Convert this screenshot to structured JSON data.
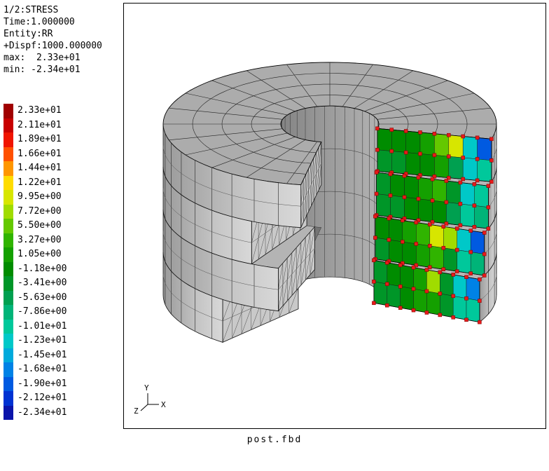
{
  "header": {
    "lines": [
      "1/2:STRESS",
      "Time:1.000000",
      "Entity:RR",
      "+Dispf:1000.000000",
      "max:  2.33e+01",
      "min: -2.34e+01"
    ]
  },
  "legend": {
    "entries": [
      {
        "value": "2.33e+01",
        "color": "#a00000"
      },
      {
        "value": "2.11e+01",
        "color": "#c80000"
      },
      {
        "value": "1.89e+01",
        "color": "#f01400"
      },
      {
        "value": "1.66e+01",
        "color": "#ff5000"
      },
      {
        "value": "1.44e+01",
        "color": "#ff9600"
      },
      {
        "value": "1.22e+01",
        "color": "#ffdc00"
      },
      {
        "value": "9.95e+00",
        "color": "#d7e600"
      },
      {
        "value": "7.72e+00",
        "color": "#a0dc00"
      },
      {
        "value": "5.50e+00",
        "color": "#64c800"
      },
      {
        "value": "3.27e+00",
        "color": "#30b400"
      },
      {
        "value": "1.05e+00",
        "color": "#14a000"
      },
      {
        "value": "-1.18e+00",
        "color": "#008c00"
      },
      {
        "value": "-3.41e+00",
        "color": "#009628"
      },
      {
        "value": "-5.63e+00",
        "color": "#00a050"
      },
      {
        "value": "-7.86e+00",
        "color": "#00b478"
      },
      {
        "value": "-1.01e+01",
        "color": "#00c89b"
      },
      {
        "value": "-1.23e+01",
        "color": "#00c8c8"
      },
      {
        "value": "-1.45e+01",
        "color": "#00aadc"
      },
      {
        "value": "-1.68e+01",
        "color": "#0082e6"
      },
      {
        "value": "-1.90e+01",
        "color": "#005ae1"
      },
      {
        "value": "-2.12e+01",
        "color": "#0032d2"
      },
      {
        "value": "-2.34e+01",
        "color": "#0a14aa"
      }
    ]
  },
  "viewport": {
    "filename_label": "post.fbd",
    "axes": {
      "x_label": "X",
      "y_label": "Y",
      "z_label": "Z"
    }
  },
  "colors": {
    "background": "#ffffff",
    "mesh_line": "#1a1a1a",
    "node_marker": "#e81a1a",
    "top_surface": "#acacac",
    "cut_face_gray": "#c9c9c9"
  }
}
